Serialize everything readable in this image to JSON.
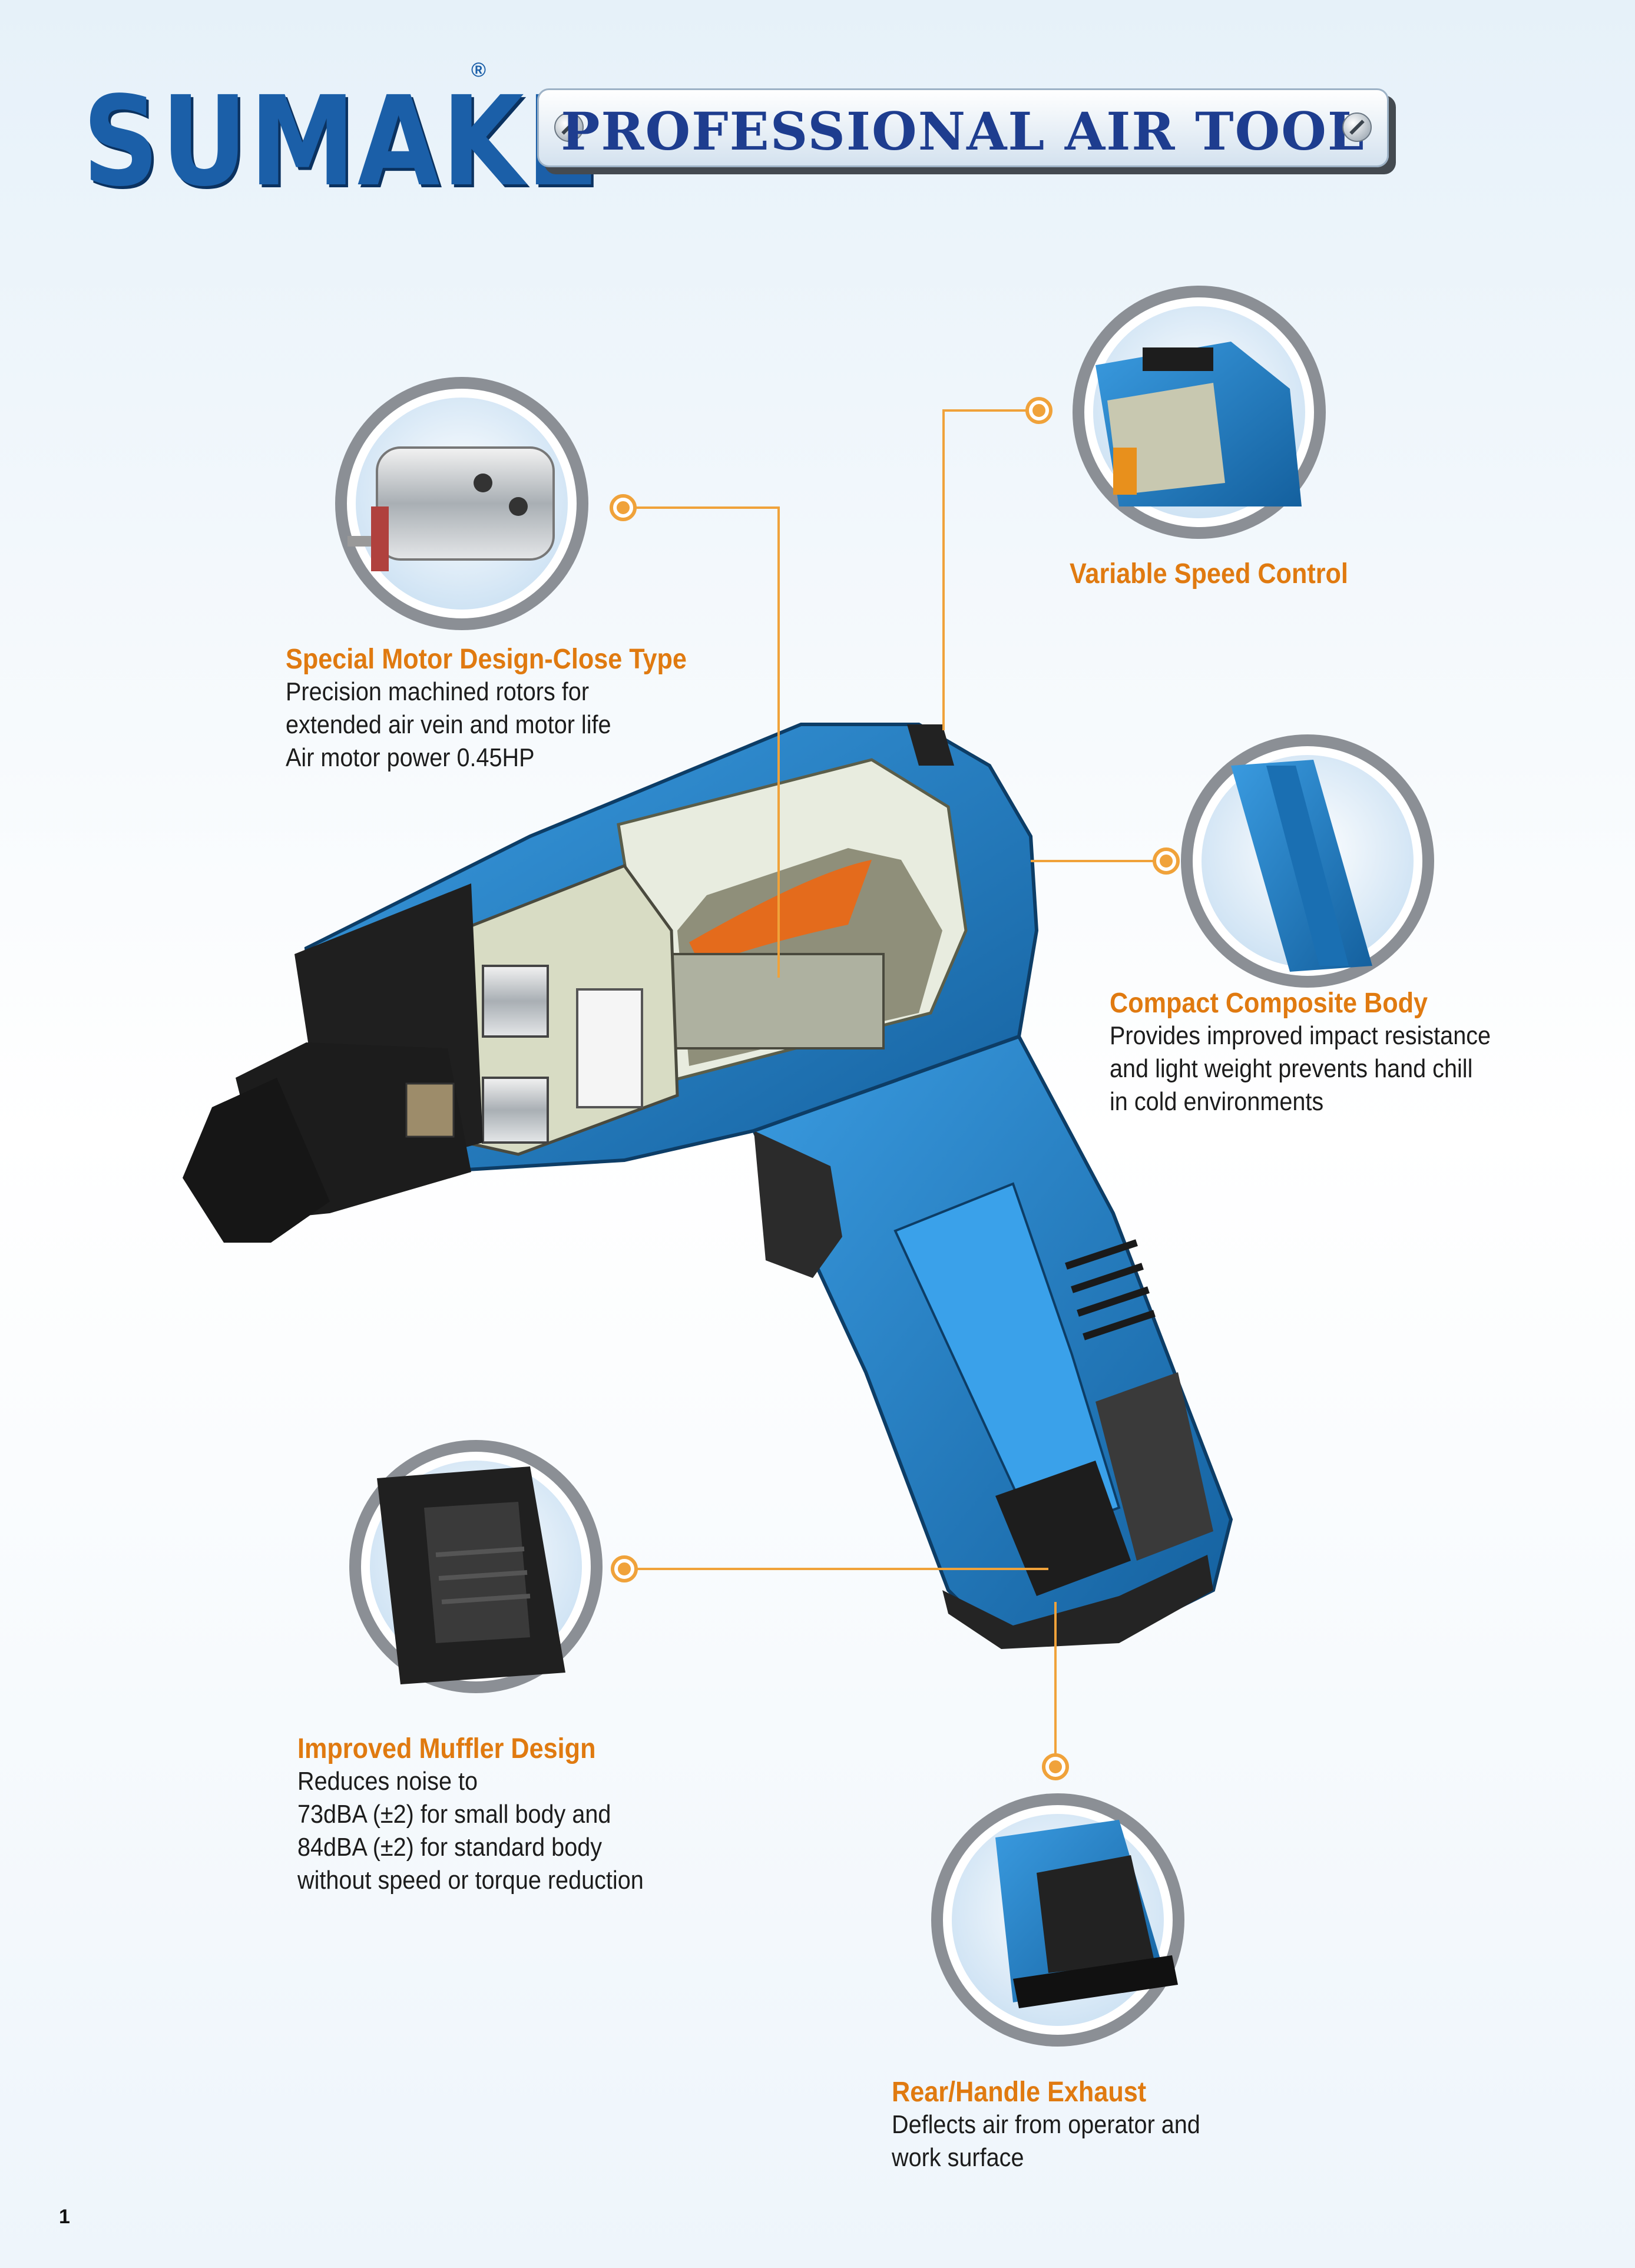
{
  "brand": {
    "name": "SUMAKE",
    "registered": "®"
  },
  "banner": {
    "text": "PROFESSIONAL AIR TOOL"
  },
  "features": [
    {
      "title": "Special Motor Design-Close Type",
      "lines": [
        "Precision machined rotors for",
        "extended air vein and motor life",
        "Air motor power 0.45HP"
      ]
    },
    {
      "title": "Variable Speed Control",
      "lines": []
    },
    {
      "title": "Compact Composite Body",
      "lines": [
        "Provides improved impact resistance",
        "and light weight prevents hand chill",
        "in cold environments"
      ]
    },
    {
      "title": "Improved Muffler Design",
      "lines": [
        "Reduces noise to",
        "73dBA (±2) for small body and",
        "84dBA (±2) for standard body",
        "without speed or torque reduction"
      ]
    },
    {
      "title": "Rear/Handle Exhaust",
      "lines": [
        "Deflects air from operator and",
        "work surface"
      ]
    }
  ],
  "page": {
    "number": "1"
  },
  "colors": {
    "brand": "#1b5fa8",
    "accent": "#e07a10",
    "tool_blue": "#1f7fc8",
    "tool_dark": "#2a2a2a"
  }
}
